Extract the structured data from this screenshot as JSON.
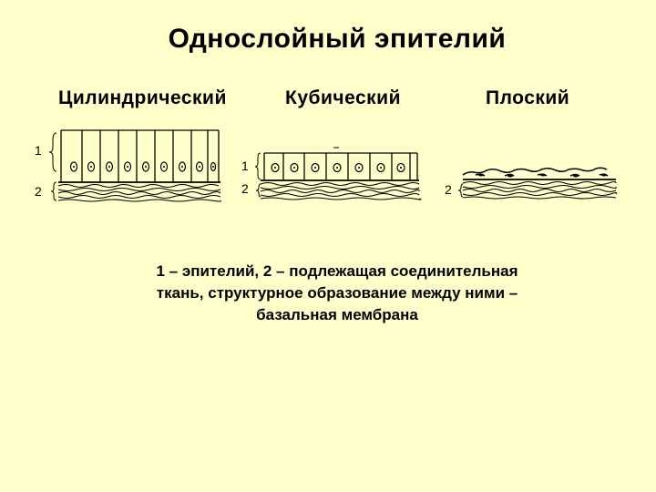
{
  "slide": {
    "title": "Однослойный эпителий"
  },
  "types": [
    {
      "id": "cylindrical",
      "label": "Цилиндрический"
    },
    {
      "id": "cubic",
      "label": "Кубический"
    },
    {
      "id": "flat",
      "label": "Плоский"
    }
  ],
  "markers": {
    "epithelium": "1",
    "connective": "2"
  },
  "caption": {
    "line1": "1 – эпителий, 2 – подлежащая соединительная",
    "line2": "ткань, структурное образование между ними –",
    "line3": "базальная мембрана"
  }
}
